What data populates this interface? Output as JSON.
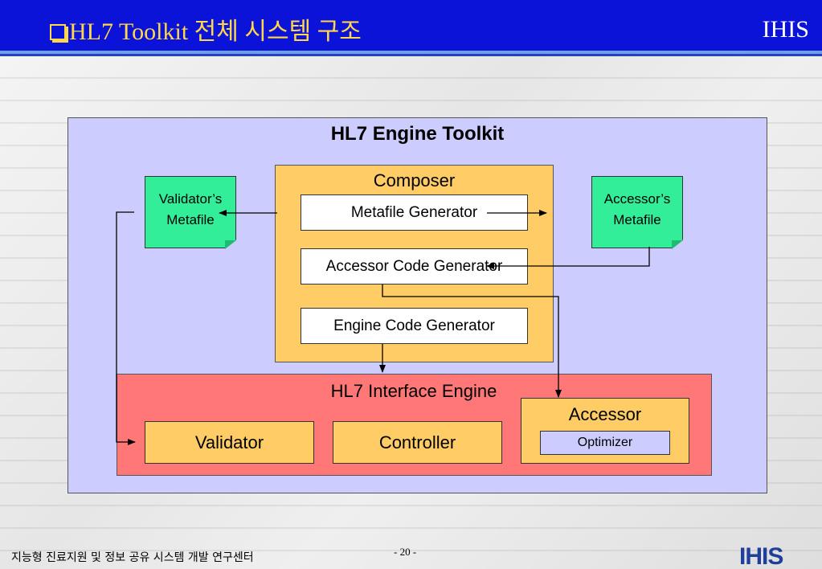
{
  "header": {
    "title": "HL7 Toolkit 전체 시스템 구조",
    "brand": "IHIS"
  },
  "diagram": {
    "toolkit_title": "HL7 Engine Toolkit",
    "composer": {
      "title": "Composer",
      "generators": [
        "Metafile Generator",
        "Accessor Code Generator",
        "Engine Code Generator"
      ]
    },
    "validator_metafile": [
      "Validator’s",
      "Metafile"
    ],
    "accessor_metafile": [
      "Accessor’s",
      "Metafile"
    ],
    "engine": {
      "title": "HL7 Interface Engine",
      "validator": "Validator",
      "controller": "Controller",
      "accessor": "Accessor",
      "optimizer": "Optimizer"
    }
  },
  "footer": {
    "org": "지능형 진료지원 및 정보 공유 시스템 개발 연구센터",
    "page": "- 20 -",
    "logo": "IHIS"
  },
  "colors": {
    "header_bg": "#0c13d8",
    "title_text": "#ffd84a",
    "toolkit_bg": "#ccccff",
    "composer_bg": "#ffcc66",
    "engine_bg": "#ff7777",
    "metafile_bg": "#33ee99"
  }
}
